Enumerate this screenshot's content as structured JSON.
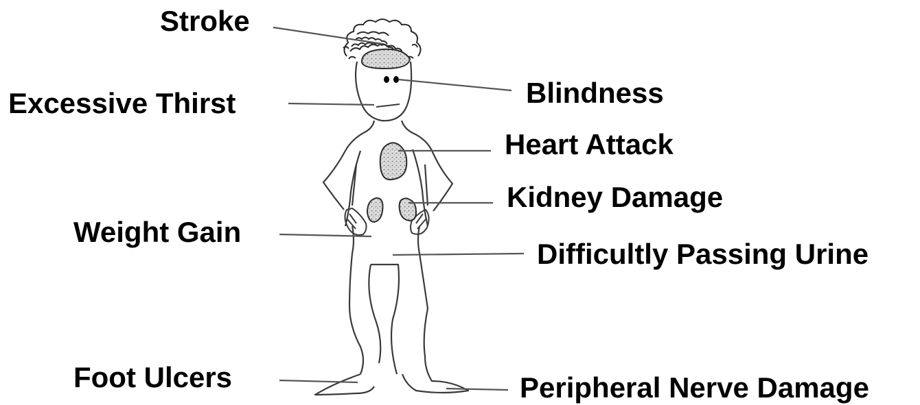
{
  "labels": {
    "stroke": "Stroke",
    "excessive_thirst": "Excessive Thirst",
    "blindness": "Blindness",
    "heart_attack": "Heart Attack",
    "kidney_damage": "Kidney Damage",
    "weight_gain": "Weight Gain",
    "difficulty_passing_urine": "Difficultly Passing Urine",
    "foot_ulcers": "Foot Ulcers",
    "peripheral_nerve_damage": "Peripheral Nerve Damage"
  },
  "colors": {
    "ink": "#000000",
    "figure_stroke": "#3a3a3a",
    "leader_line": "#555555",
    "background": "#ffffff",
    "organ_fill": "#c8c8c8"
  }
}
